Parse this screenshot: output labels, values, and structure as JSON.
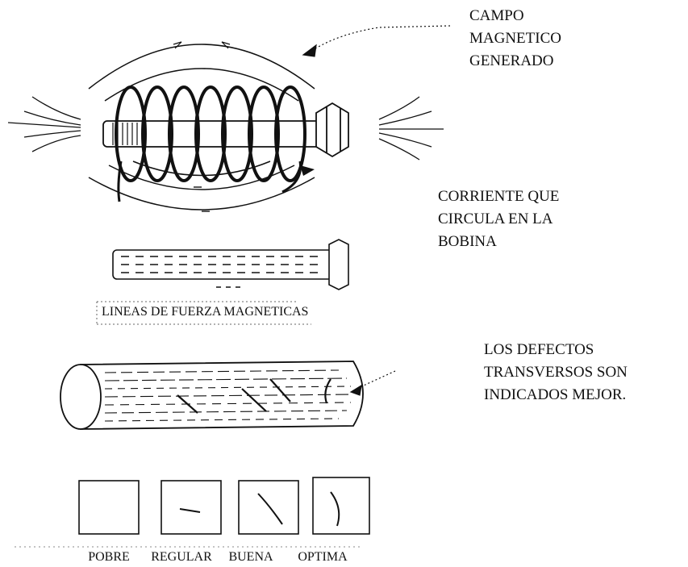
{
  "labels": {
    "campo": [
      "CAMPO",
      "MAGNETICO",
      "GENERADO"
    ],
    "corriente": [
      "CORRIENTE QUE",
      "CIRCULA EN LA",
      "BOBINA"
    ],
    "lineas": "LINEAS DE FUERZA MAGNETICAS",
    "defectos": [
      "LOS DEFECTOS",
      "TRANSVERSOS SON",
      "INDICADOS MEJOR."
    ]
  },
  "quality_scale": [
    "POBRE",
    "REGULAR",
    "BUENA",
    "OPTIMA"
  ]
}
